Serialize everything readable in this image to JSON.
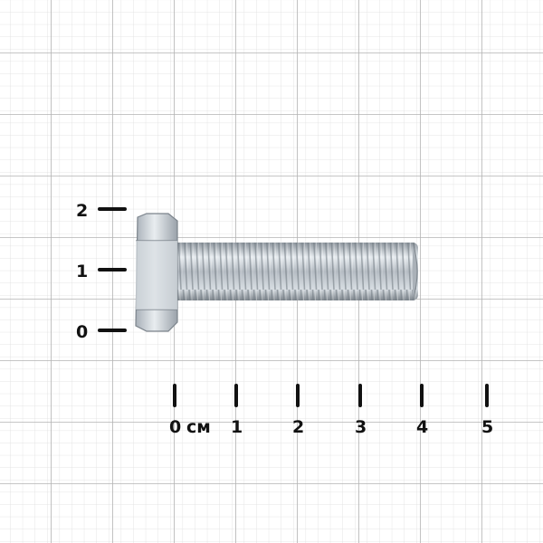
{
  "photo": {
    "subject-icon": "hex-bolt-icon",
    "grid_color": "#b3b3b3",
    "bolt_color": "#c6ccd3"
  },
  "scale_vertical": {
    "ticks": [
      "0",
      "1",
      "2"
    ]
  },
  "scale_horizontal": {
    "ticks": [
      "0",
      "1",
      "2",
      "3",
      "4",
      "5"
    ],
    "unit": "см"
  }
}
